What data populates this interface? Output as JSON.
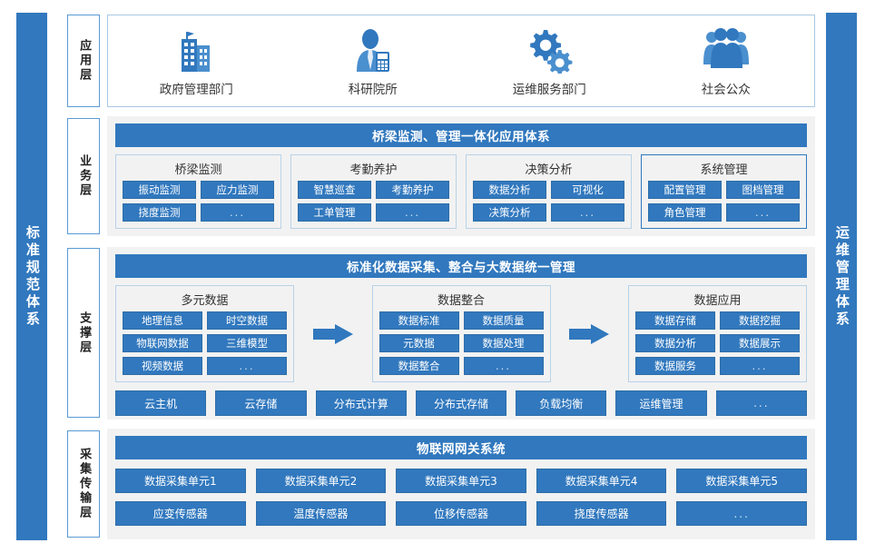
{
  "side_bars": {
    "left": {
      "label": "标准规范体系",
      "color": "#3178be"
    },
    "right": {
      "label": "运维管理体系",
      "color": "#3178be"
    }
  },
  "layers": [
    {
      "tag": "应用层"
    },
    {
      "tag": "业务层"
    },
    {
      "tag": "支撑层"
    },
    {
      "tag": "采集传输层"
    }
  ],
  "application_layer": {
    "actors": [
      {
        "label": "政府管理部门",
        "icon": "building-icon"
      },
      {
        "label": "科研院所",
        "icon": "researcher-icon"
      },
      {
        "label": "运维服务部门",
        "icon": "gears-icon"
      },
      {
        "label": "社会公众",
        "icon": "people-group-icon"
      }
    ]
  },
  "business_layer": {
    "band_title": "桥梁监测、管理一体化应用体系",
    "groups": [
      {
        "caption": "桥梁监测",
        "strong": false,
        "chips": [
          "振动监测",
          "应力监测",
          "挠度监测",
          "..."
        ]
      },
      {
        "caption": "考勤养护",
        "strong": false,
        "chips": [
          "智慧巡查",
          "考勤养护",
          "工单管理",
          "..."
        ]
      },
      {
        "caption": "决策分析",
        "strong": false,
        "chips": [
          "数据分析",
          "可视化",
          "决策分析",
          "..."
        ]
      },
      {
        "caption": "系统管理",
        "strong": true,
        "chips": [
          "配置管理",
          "图档管理",
          "角色管理",
          "..."
        ]
      }
    ]
  },
  "support_layer": {
    "band_title": "标准化数据采集、整合与大数据统一管理",
    "groups": [
      {
        "caption": "多元数据",
        "chips": [
          "地理信息",
          "时空数据",
          "物联网数据",
          "三维模型",
          "视频数据",
          "..."
        ]
      },
      {
        "caption": "数据整合",
        "chips": [
          "数据标准",
          "数据质量",
          "元数据",
          "数据处理",
          "数据整合",
          "..."
        ]
      },
      {
        "caption": "数据应用",
        "chips": [
          "数据存储",
          "数据挖掘",
          "数据分析",
          "数据展示",
          "数据服务",
          "..."
        ]
      }
    ],
    "arrows": [
      "flow-arrow-1",
      "flow-arrow-2"
    ],
    "infrastructure": [
      "云主机",
      "云存储",
      "分布式计算",
      "分布式存储",
      "负载均衡",
      "运维管理",
      "..."
    ]
  },
  "collection_layer": {
    "band_title": "物联网网关系统",
    "units": [
      "数据采集单元1",
      "数据采集单元2",
      "数据采集单元3",
      "数据采集单元4",
      "数据采集单元5"
    ],
    "sensors": [
      "应变传感器",
      "温度传感器",
      "位移传感器",
      "挠度传感器",
      "..."
    ]
  },
  "theme": {
    "primary": "#3178be",
    "chip_border": "#2e6da8",
    "panel_grey": "#f2f2f2",
    "group_border": "#b8d2e8",
    "app_panel_border": "#a9c8e4"
  }
}
